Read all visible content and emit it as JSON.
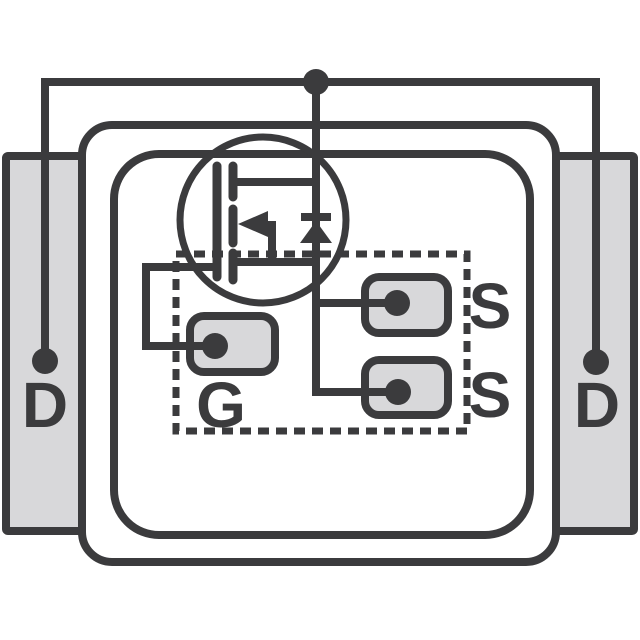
{
  "diagram": {
    "type": "mosfet-package-pinout",
    "labels": {
      "drain_left": "D",
      "drain_right": "D",
      "gate": "G",
      "source_top": "S",
      "source_bottom": "S"
    },
    "colors": {
      "line": "#3b3b3d",
      "pad_fill": "#d8d8da",
      "background": "#ffffff"
    }
  }
}
